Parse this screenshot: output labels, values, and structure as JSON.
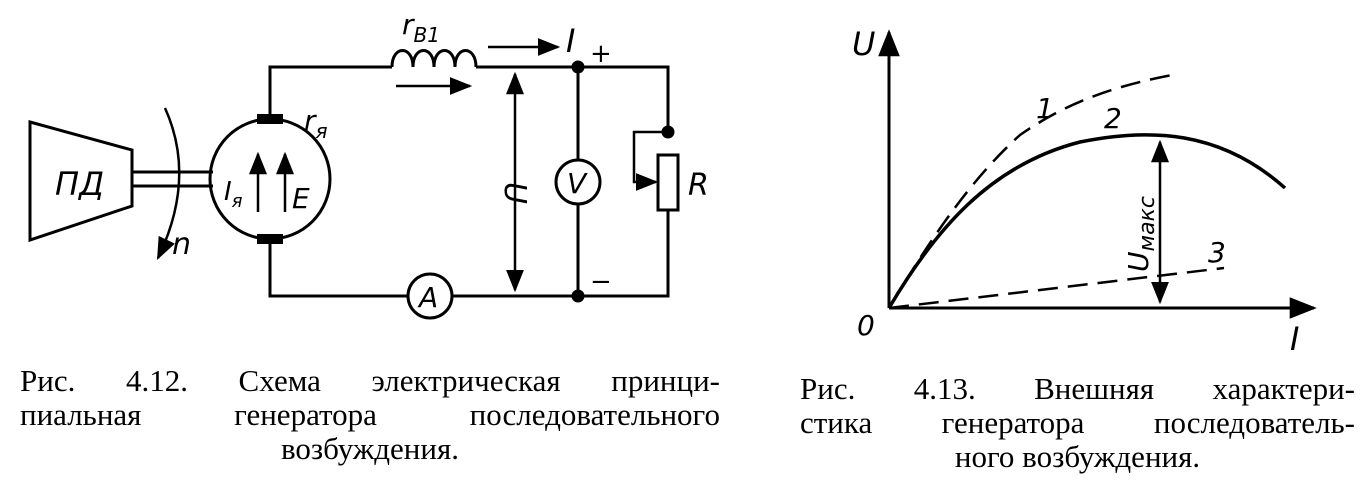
{
  "figure_4_12": {
    "labels": {
      "prime_mover": "ПД",
      "rotation": "n",
      "armature_resistance": "r",
      "armature_resistance_sub": "я",
      "field_resistance": "r",
      "field_resistance_sub": "B1",
      "armature_current": "I",
      "armature_current_sub": "я",
      "emf": "E",
      "load_current": "I",
      "plus": "+",
      "minus": "−",
      "voltage": "U",
      "voltmeter": "V",
      "ammeter": "A",
      "load": "R"
    },
    "caption": [
      "Рис. 4.12. Схема электрическая принци-",
      "пиальная генератора последовательного",
      "возбуждения."
    ]
  },
  "figure_4_13": {
    "labels": {
      "y_axis": "U",
      "x_axis": "I",
      "origin": "0",
      "curve1": "1",
      "curve2": "2",
      "curve3": "3",
      "u_max": "U",
      "u_max_sub": "макс"
    },
    "caption": [
      "Рис. 4.13. Внешняя характери-",
      "стика генератора последователь-",
      "ного возбуждения."
    ]
  }
}
